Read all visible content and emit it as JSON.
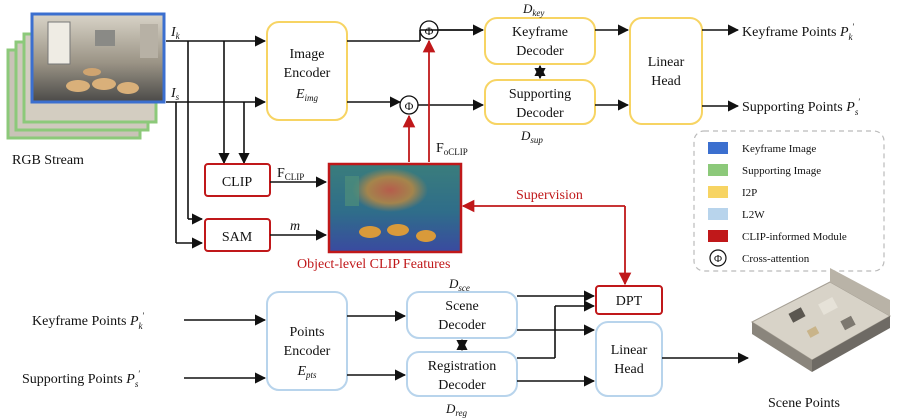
{
  "colors": {
    "keyframe": "#3b6fcf",
    "supporting": "#8cc97a",
    "i2p": "#f7d463",
    "l2w": "#b8d4ec",
    "clip_module": "#c0181a",
    "arrow": "#111111"
  },
  "inputs": {
    "rgb_stream": "RGB Stream",
    "i_k": "I_k",
    "i_s": "I_s"
  },
  "top": {
    "image_encoder": {
      "line1": "Image",
      "line2": "Encoder",
      "sym": "E_img"
    },
    "keyframe_decoder": {
      "line1": "Keyframe",
      "line2": "Decoder",
      "sym": "D_key"
    },
    "supporting_decoder": {
      "line1": "Supporting",
      "line2": "Decoder",
      "sym": "D_sup"
    },
    "linear_head": {
      "line1": "Linear",
      "line2": "Head"
    },
    "out_keyframe": "Keyframe Points",
    "out_supporting": "Supporting Points",
    "cross_symbol": "Φ"
  },
  "middle": {
    "clip": "CLIP",
    "sam": "SAM",
    "f_clip": "F_CLIP",
    "m": "m",
    "f_oclip": "F_oCLIP",
    "feature_caption": "Object-level CLIP Features",
    "supervision": "Supervision"
  },
  "bottom": {
    "in_keyframe": "Keyframe Points",
    "in_supporting": "Supporting Points",
    "points_encoder": {
      "line1": "Points",
      "line2": "Encoder",
      "sym": "E_pts"
    },
    "scene_decoder": {
      "line1": "Scene",
      "line2": "Decoder",
      "sym": "D_sce"
    },
    "registration_decoder": {
      "line1": "Registration",
      "line2": "Decoder",
      "sym": "D_reg"
    },
    "dpt": "DPT",
    "linear_head": {
      "line1": "Linear",
      "line2": "Head"
    },
    "scene_points": "Scene Points"
  },
  "legend": {
    "items": [
      {
        "label": "Keyframe Image",
        "color": "#3b6fcf"
      },
      {
        "label": "Supporting Image",
        "color": "#8cc97a"
      },
      {
        "label": "I2P",
        "color": "#f7d463"
      },
      {
        "label": "L2W",
        "color": "#b8d4ec"
      },
      {
        "label": "CLIP-informed Module",
        "color": "#c0181a"
      }
    ],
    "cross_attention": "Cross-attention",
    "cross_symbol": "Φ"
  }
}
